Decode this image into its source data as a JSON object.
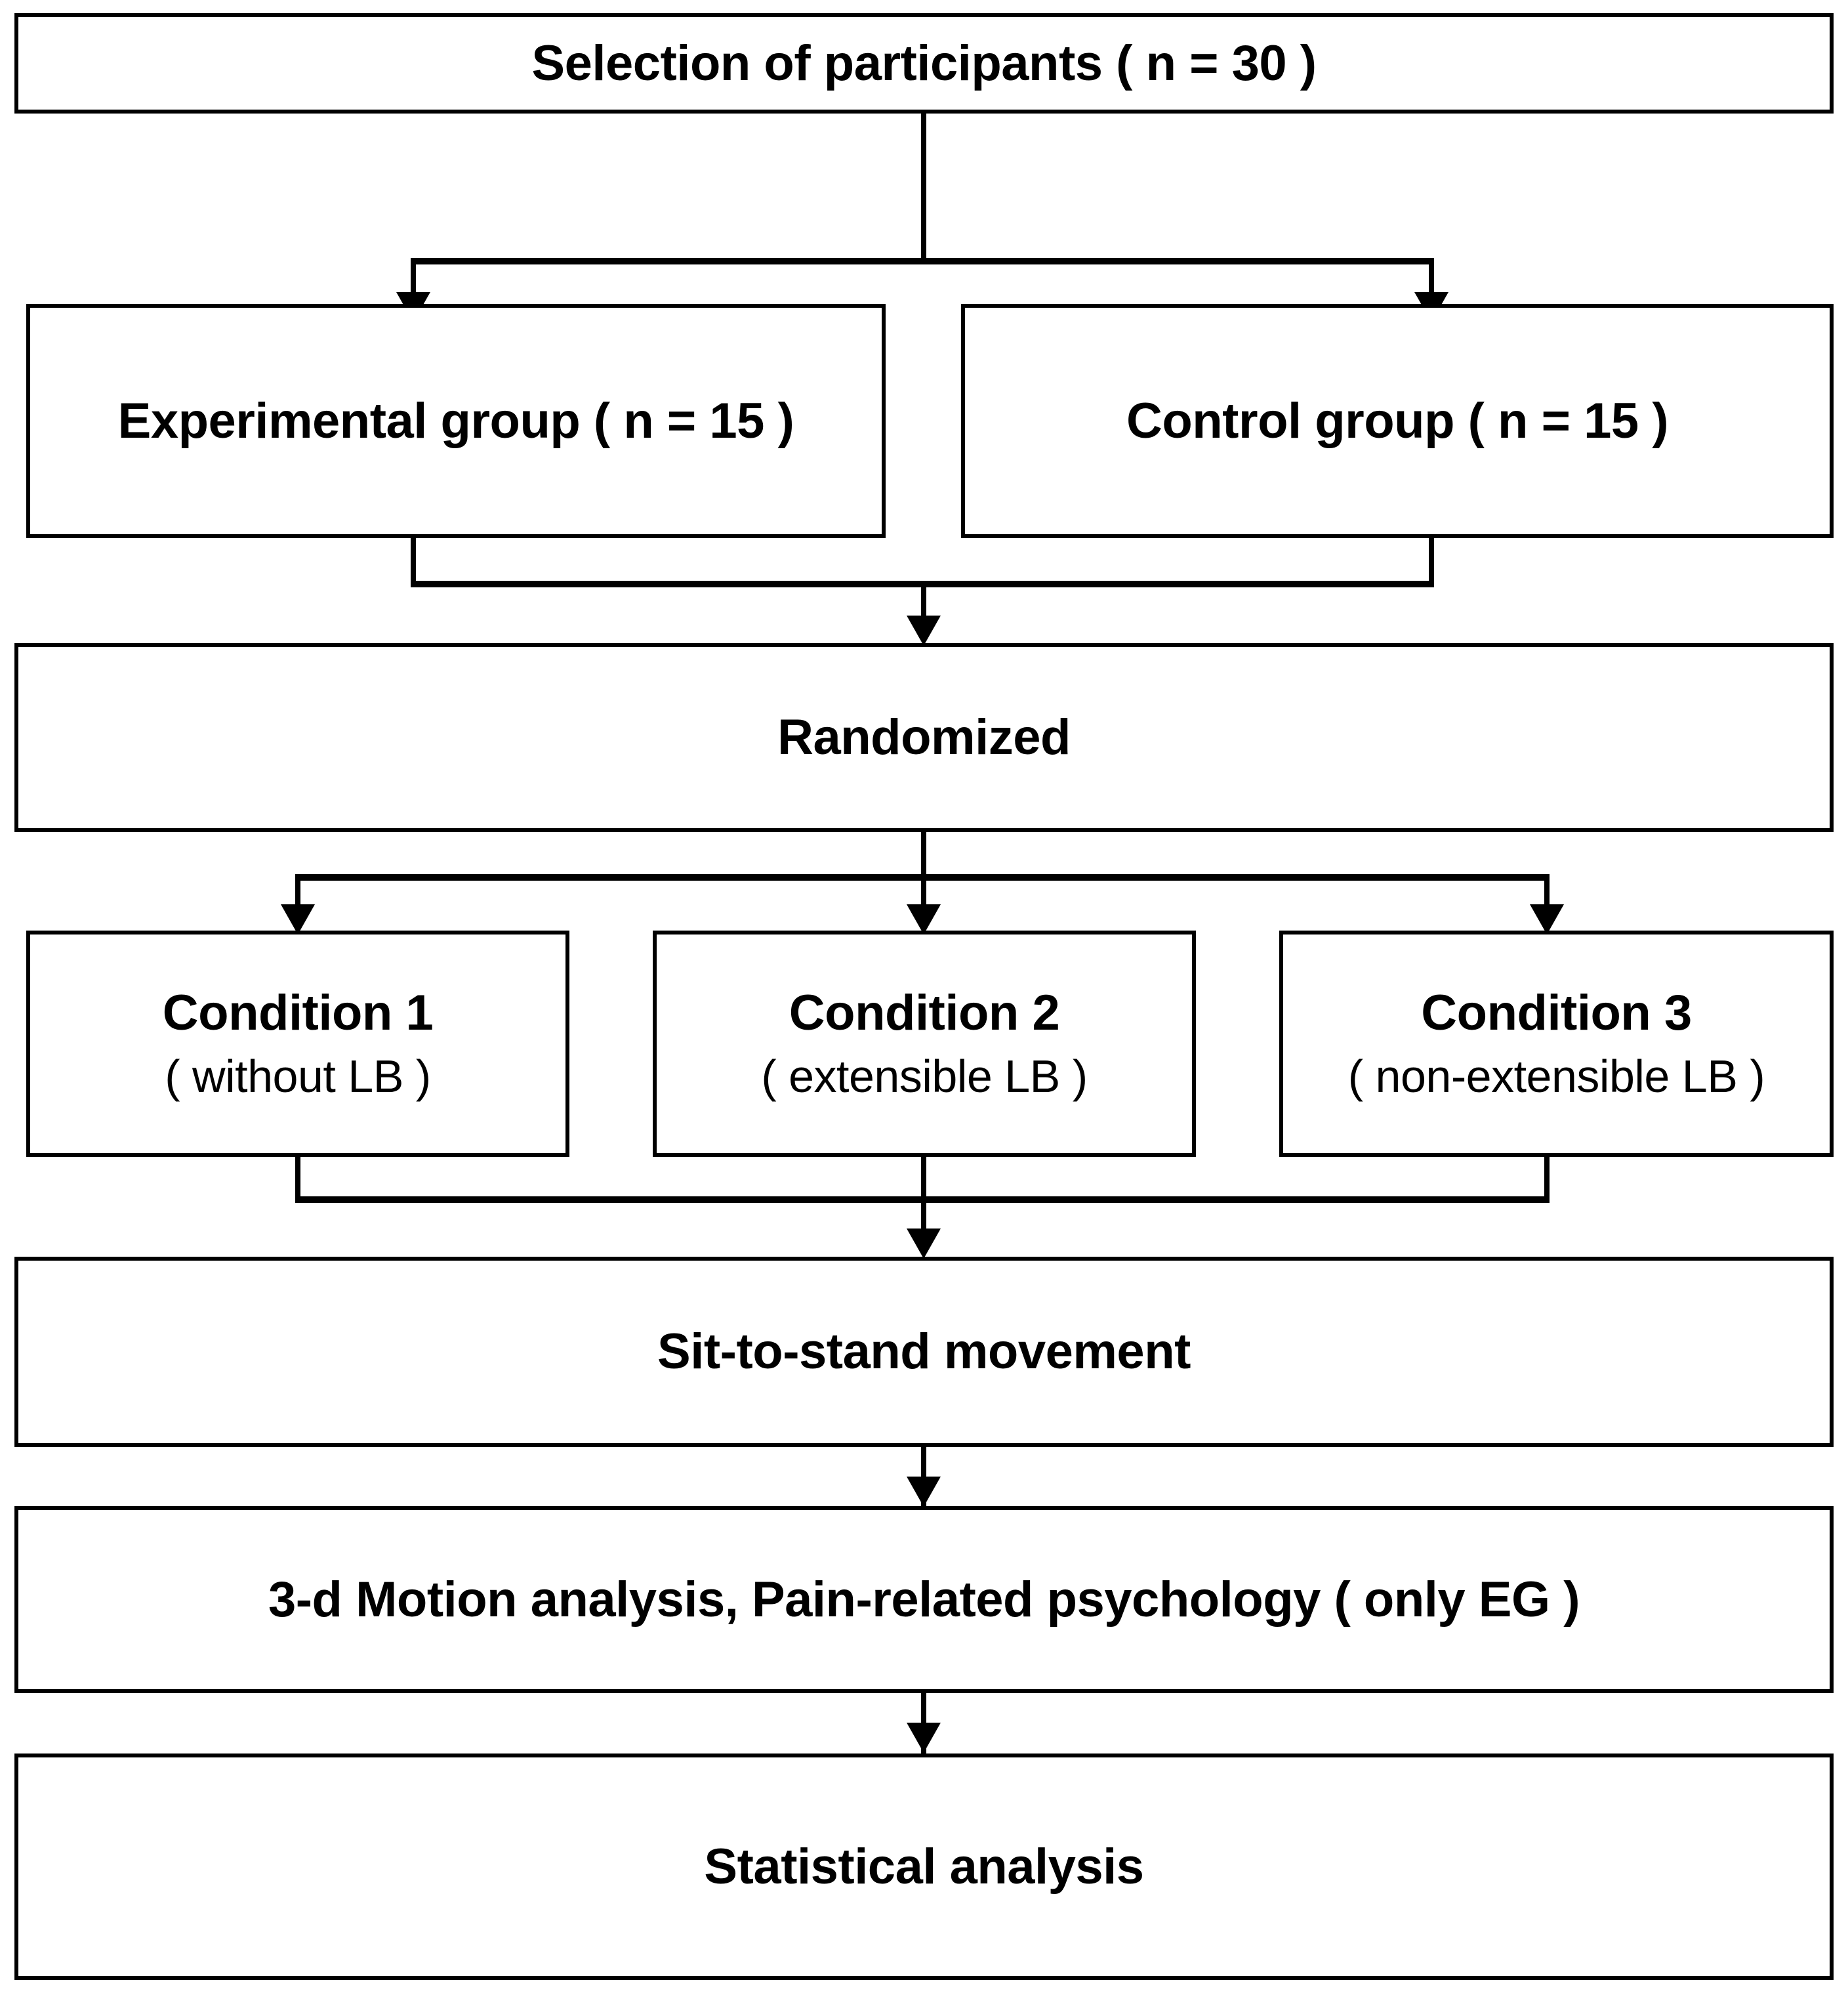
{
  "diagram": {
    "title": "Study design flowchart",
    "type": "flowchart",
    "orientation": "top-to-bottom",
    "colors": {
      "box_border": "#000000",
      "box_fill": "#ffffff",
      "connector": "#000000",
      "text": "#000000"
    }
  },
  "nodes": {
    "selection": {
      "label": "Selection of participants ( n = 30 )"
    },
    "experimental_group": {
      "label": "Experimental group ( n = 15 )"
    },
    "control_group": {
      "label": "Control group ( n = 15 )"
    },
    "randomized": {
      "label": "Randomized"
    },
    "condition1": {
      "title": "Condition 1",
      "subtitle": "( without LB )"
    },
    "condition2": {
      "title": "Condition 2",
      "subtitle": "( extensible LB )"
    },
    "condition3": {
      "title": "Condition 3",
      "subtitle": "( non-extensible LB )"
    },
    "sit_to_stand": {
      "label": "Sit-to-stand movement"
    },
    "analysis": {
      "label": "3-d Motion analysis, Pain-related psychology ( only EG )"
    },
    "statistics": {
      "label": "Statistical analysis"
    }
  },
  "flow": {
    "steps": [
      "Selection of participants ( n = 30 )",
      "Experimental group ( n = 15 ) / Control group ( n = 15 )",
      "Randomized",
      "Condition 1 ( without LB ) / Condition 2 ( extensible LB ) / Condition 3 ( non-extensible LB )",
      "Sit-to-stand movement",
      "3-d Motion analysis, Pain-related psychology ( only EG )",
      "Statistical analysis"
    ]
  }
}
